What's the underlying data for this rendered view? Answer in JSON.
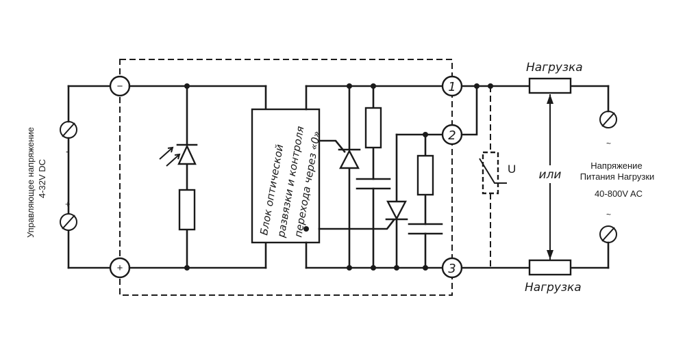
{
  "control": {
    "title": "Управляющее напряжение",
    "voltage": "4-32V DC",
    "minus": "-",
    "plus": "+"
  },
  "terminals": {
    "minus": "−",
    "plus": "+",
    "t1": "1",
    "t2": "2",
    "t3": "3"
  },
  "block": {
    "line1": "Блок оптической",
    "line2": "развязки и контроля",
    "line3": "перехода через «0»"
  },
  "varistor_label": "U",
  "load_top": "Нагрузка",
  "load_bottom": "Нагрузка",
  "or_label": "или",
  "supply": {
    "line1": "Напряжение",
    "line2": "Питания Нагрузки",
    "line3": "40-800V AC",
    "tilde_top": "~",
    "tilde_bottom": "~"
  }
}
